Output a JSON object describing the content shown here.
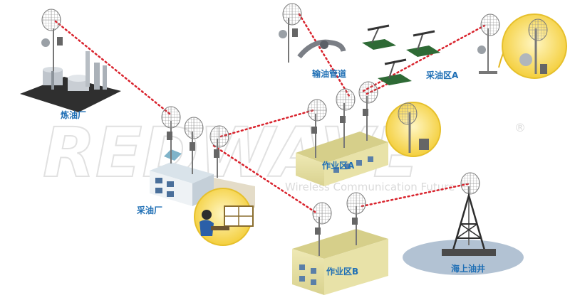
{
  "labels": {
    "refinery": "炼油厂",
    "pipeline": "输油管道",
    "extraction_a": "采油区A",
    "production_plant": "采油厂",
    "work_zone_a": "作业区A",
    "work_zone_b": "作业区B",
    "offshore_well": "海上油井"
  },
  "watermark": {
    "brand": "REDWAVE",
    "tagline": "Wireless Communication Future",
    "registered": "®"
  },
  "colors": {
    "label": "#1f6fb5",
    "link": "#d9232d",
    "building": "#e8e2a8",
    "zoom_bubble": "#f7d94a",
    "water": "#9fb3c8"
  }
}
